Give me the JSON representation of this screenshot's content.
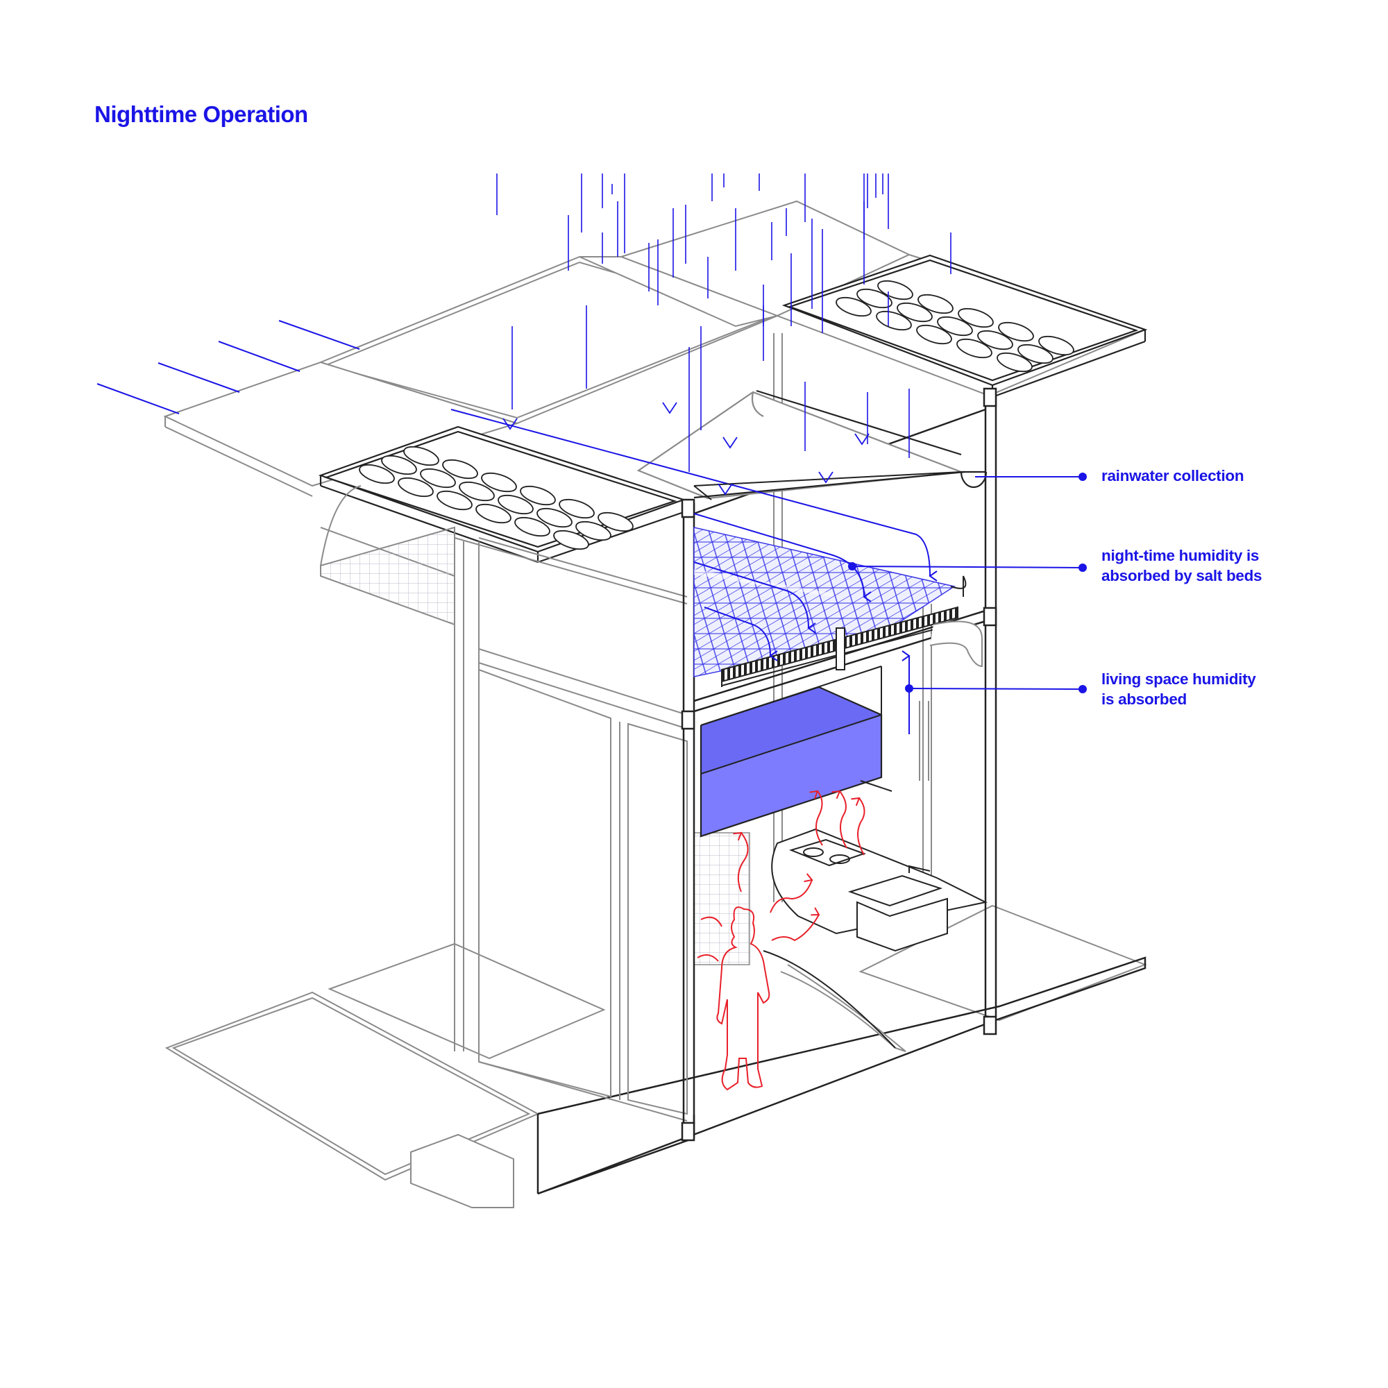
{
  "title": "Nighttime Operation",
  "colors": {
    "annotation": "#1a14e6",
    "structure": "#222222",
    "light_structure": "#8a8a8a",
    "heat": "#e8202a",
    "absorber_fill": "#7d7cff",
    "salt_bed": "#3a36e8"
  },
  "callouts": [
    {
      "id": "rainwater",
      "lines": [
        "rainwater collection"
      ]
    },
    {
      "id": "salt-beds",
      "lines": [
        "night-time humidity is",
        "absorbed by salt beds"
      ]
    },
    {
      "id": "living-space",
      "lines": [
        "living space humidity",
        "is absorbed"
      ]
    }
  ]
}
